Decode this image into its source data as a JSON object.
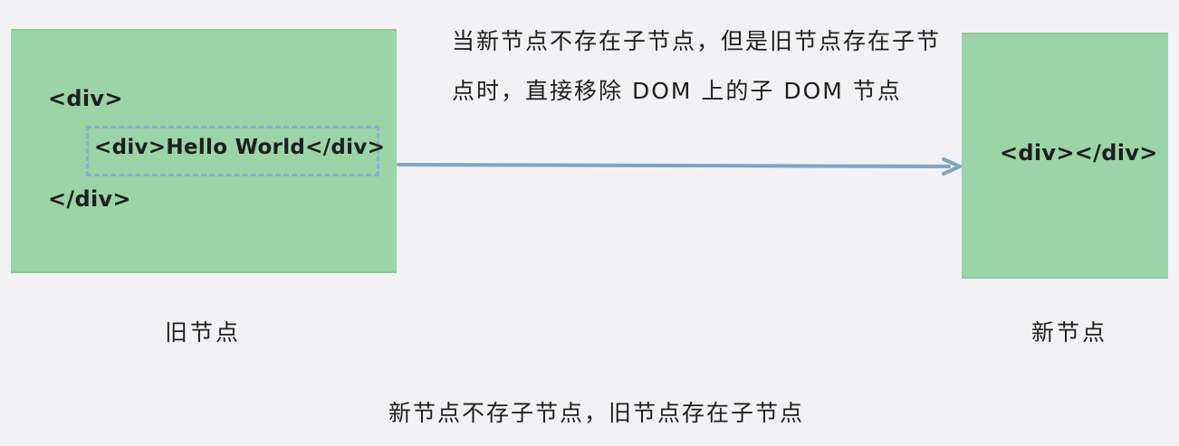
{
  "old_node": {
    "open_tag": "<div>",
    "child": "<div>Hello World</div>",
    "close_tag": "</div>",
    "label": "旧节点"
  },
  "new_node": {
    "code": "<div></div>",
    "label": "新节点"
  },
  "arrow_text": "当新节点不存在子节点，但是旧节点存在子节点时，直接移除 DOM 上的子 DOM 节点",
  "caption": "新节点不存子节点，旧节点存在子节点",
  "colors": {
    "node_fill": "#9bd4a6",
    "dashed_border": "#8aaed4",
    "arrow": "#7fa3c4",
    "background": "#f2f2f5"
  }
}
